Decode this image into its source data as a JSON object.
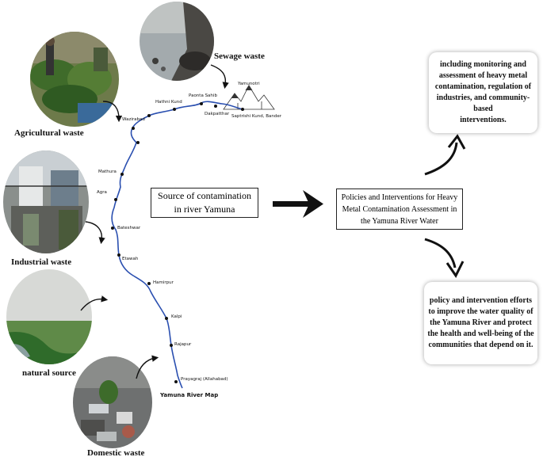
{
  "sources": {
    "agricultural": "Agricultural waste",
    "sewage": "Sewage waste",
    "industrial": "Industrial waste",
    "natural": "natural source",
    "domestic": "Domestic waste"
  },
  "map": {
    "title": "Yamuna River Map",
    "cities": {
      "yamunotri": "Yamunotri",
      "saptrishi": "Saptrishi Kund, Bander",
      "dakpatthar": "Dakpatthar",
      "paonta": "Paonta Sahib",
      "hathni": "Hathni Kund",
      "wazirabad": "Wazirabad",
      "mathura": "Mathura",
      "agra": "Agra",
      "bateshwar": "Bateshwar",
      "etawah": "Etawah",
      "hamirpur": "Hamirpur",
      "kalpi": "Kalpi",
      "rajapur": "Rajapur",
      "prayagraj": "Prayagraj (Allahabad)"
    }
  },
  "center_box": {
    "line1": "Source of contamination",
    "line2": "in river Yamuna"
  },
  "policy_box": {
    "line1": "Policies and Interventions for Heavy",
    "line2": "Metal Contamination Assessment in",
    "line3": "the Yamuna River Water"
  },
  "top_card": {
    "line1": "including monitoring and",
    "line2": "assessment of heavy metal",
    "line3": "contamination, regulation of",
    "line4": "industries, and community-based",
    "line5": "interventions."
  },
  "bottom_card": {
    "line1": "policy and intervention efforts",
    "line2": "to improve the water quality of",
    "line3": "the Yamuna River and protect",
    "line4": "the health and well-being of the",
    "line5": "communities that depend on it."
  }
}
